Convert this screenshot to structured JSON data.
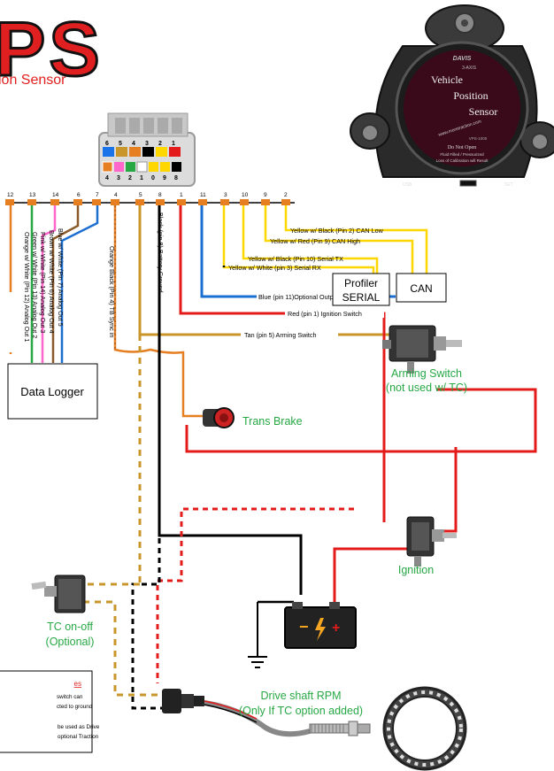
{
  "header": {
    "logo_letters": "PS",
    "subtitle": "ion Sensor"
  },
  "connector": {
    "top_numbers": [
      "6",
      "5",
      "4",
      "3",
      "2",
      "1"
    ],
    "bottom_numbers": [
      "4",
      "3",
      "2",
      "1",
      "0",
      "9",
      "8"
    ]
  },
  "device": {
    "brand": "DAVIS",
    "model": "3-AXIS",
    "title_lines": [
      "Vehicle",
      "Position",
      "Sensor"
    ],
    "url": "www.moretraction.com",
    "part": "VPS-1000",
    "warning_lines": [
      "Do Not Open",
      "Fluid Filled / Pressurized",
      "Loss of Calibration will Result"
    ],
    "usb_label": "USB",
    "side_label": "SET"
  },
  "pins": [
    "12",
    "13",
    "14",
    "6",
    "7",
    "4",
    "5",
    "8",
    "1",
    "11",
    "3",
    "10",
    "9",
    "2"
  ],
  "wires": {
    "can_low": "Yellow w/ Black (Pin 2) CAN Low",
    "can_high": "Yellow w/ Red (Pin 9) CAN High",
    "serial_tx": "Yellow w/ Black (Pin 10) Serial TX",
    "serial_rx": "Yellow w/ White (pin 3) Serial RX",
    "optional_output": "Blue (pin 11)Optional Output",
    "ignition_switch": "Red (pin 1) Ignition Switch",
    "arming_switch": "Tan (pin 5) Arming Switch",
    "battery_ground": "Black (pin 8) Battery Ground",
    "tb_sync": "Orange Black (Pin 4) TB Sync in",
    "analog_5": "Blue w/ White (Pin 7) Analog Out 5",
    "analog_4": "Brown w/ White (Pin 6) Analog Out 4",
    "analog_3": "Pink w/ White (Pin 14) Analog Out 3",
    "analog_2": "Green w/ White (Pin 13) Analog Out 2",
    "analog_1": "Orange w/ White (Pin 12) Analog Out 1"
  },
  "boxes": {
    "profiler_line1": "Profiler",
    "profiler_line2": "SERIAL",
    "can": "CAN",
    "data_logger": "Data Logger"
  },
  "components": {
    "trans_brake": "Trans Brake",
    "arming_switch_line1": "Arming Switch",
    "arming_switch_line2": "(not used w/ TC)",
    "ignition": "Ignition",
    "tc_line1": "TC on-off",
    "tc_line2": "(Optional)",
    "driveshaft_line1": "Drive shaft RPM",
    "driveshaft_line2": "(Only If TC option added)"
  },
  "notes": {
    "heading": "es",
    "lines": [
      "switch can",
      "cted to ground",
      "",
      "be used as Drive",
      "optional Traction"
    ]
  },
  "colors": {
    "wire_red": "#e31b1b",
    "wire_black": "#000000",
    "wire_tan": "#c8962a",
    "wire_blue": "#1b6fd1",
    "wire_yellow": "#ffd700",
    "label_green": "#27a844",
    "logo_red": "#e02020"
  }
}
